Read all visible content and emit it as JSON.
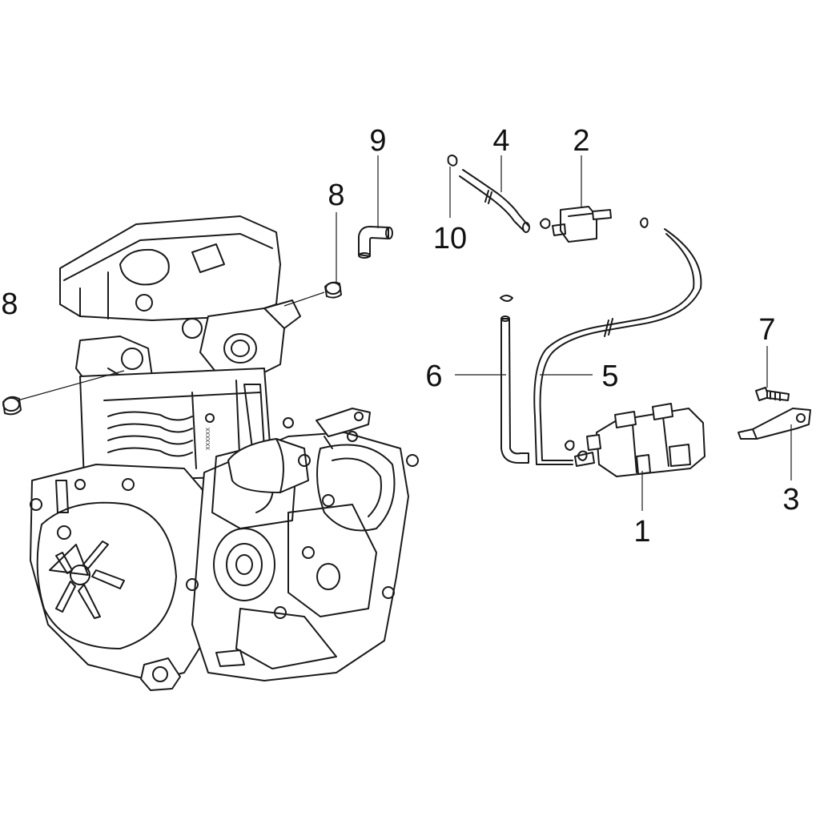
{
  "callouts": [
    {
      "id": "1",
      "text": "1"
    },
    {
      "id": "2",
      "text": "2"
    },
    {
      "id": "3",
      "text": "3"
    },
    {
      "id": "4",
      "text": "4"
    },
    {
      "id": "5",
      "text": "5"
    },
    {
      "id": "6",
      "text": "6"
    },
    {
      "id": "7",
      "text": "7"
    },
    {
      "id": "8a",
      "text": "8"
    },
    {
      "id": "8b",
      "text": "8"
    },
    {
      "id": "9",
      "text": "9"
    },
    {
      "id": "10",
      "text": "10"
    }
  ],
  "engine_marking": "XXXXXX"
}
